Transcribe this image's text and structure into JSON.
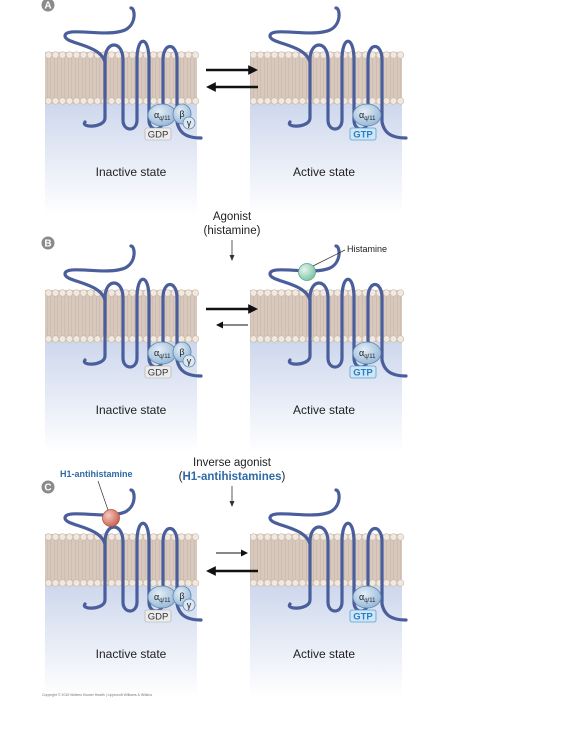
{
  "panels": [
    {
      "letter": "A",
      "left_state": "Inactive state",
      "right_state": "Active state"
    },
    {
      "letter": "B",
      "left_state": "Inactive state",
      "right_state": "Active state"
    },
    {
      "letter": "C",
      "left_state": "Inactive state",
      "right_state": "Active state"
    }
  ],
  "middle_labels": {
    "agonist_line1": "Agonist",
    "agonist_line2": "(histamine)",
    "inverse_line1": "Inverse agonist",
    "inverse_open": "(",
    "inverse_drug": "H1-antihistamines",
    "inverse_close": ")"
  },
  "callouts": {
    "histamine": "Histamine",
    "h1_antihistamine": "H1-antihistamine"
  },
  "protein": {
    "alpha": "α",
    "alpha_sub": "q/11",
    "beta": "β",
    "gamma": "γ",
    "gdp": "GDP",
    "gtp": "GTP"
  },
  "copyright": "Copyright © 2015 Wolters Kluwer Health | Lippincott Williams & Wilkins",
  "colors": {
    "receptor": "#4a5e9c",
    "lipid_head": "#e8ddd4",
    "membrane": "#d8c8bd",
    "cytoplasm_top": "#c9d3ea",
    "gprotein": "#a9c6df",
    "histamine": "#a8d8c5",
    "antihistamine": "#d97f70",
    "drug_label": "#2e6aa6"
  }
}
